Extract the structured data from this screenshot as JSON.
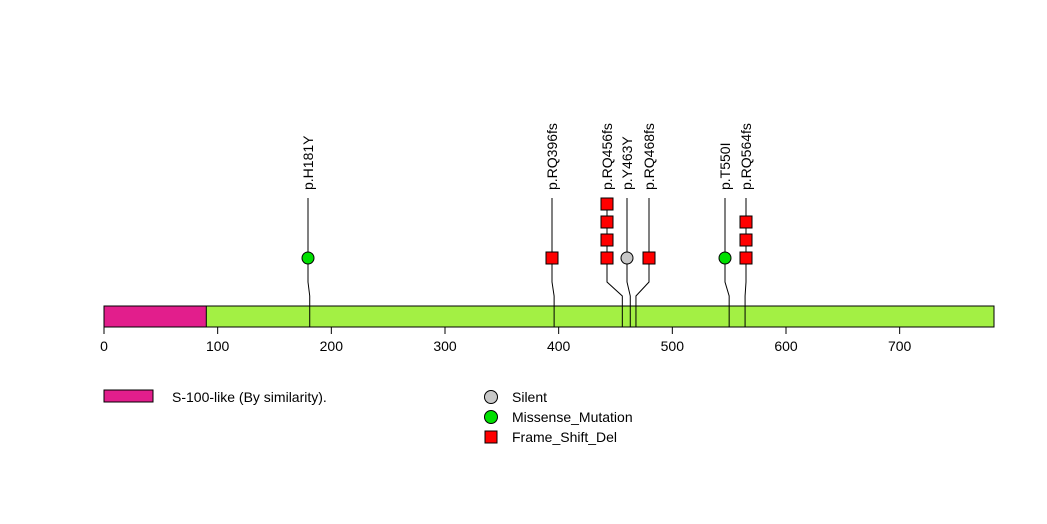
{
  "chart_data": {
    "type": "lollipop",
    "protein_length": 783,
    "xlim": [
      0,
      783
    ],
    "x_ticks": [
      0,
      100,
      200,
      300,
      400,
      500,
      600,
      700
    ],
    "domains": [
      {
        "name": "S-100-like (By similarity).",
        "start": 0,
        "end": 90,
        "color": "#e21e8c"
      }
    ],
    "backbone_color": "#a3f044",
    "mutations": [
      {
        "label": "p.H181Y",
        "position": 181,
        "count": 1,
        "type": "Missense_Mutation"
      },
      {
        "label": "p.RQ396fs",
        "position": 396,
        "count": 1,
        "type": "Frame_Shift_Del"
      },
      {
        "label": "p.RQ456fs",
        "position": 456,
        "count": 4,
        "type": "Frame_Shift_Del"
      },
      {
        "label": "p.Y463Y",
        "position": 463,
        "count": 1,
        "type": "Silent"
      },
      {
        "label": "p.RQ468fs",
        "position": 468,
        "count": 1,
        "type": "Frame_Shift_Del"
      },
      {
        "label": "p.T550I",
        "position": 550,
        "count": 1,
        "type": "Missense_Mutation"
      },
      {
        "label": "p.RQ564fs",
        "position": 564,
        "count": 3,
        "type": "Frame_Shift_Del"
      }
    ],
    "legend": [
      {
        "name": "Silent",
        "shape": "circle",
        "color": "#c8c8c8"
      },
      {
        "name": "Missense_Mutation",
        "shape": "circle",
        "color": "#00e000"
      },
      {
        "name": "Frame_Shift_Del",
        "shape": "square",
        "color": "#ff0000"
      }
    ]
  }
}
